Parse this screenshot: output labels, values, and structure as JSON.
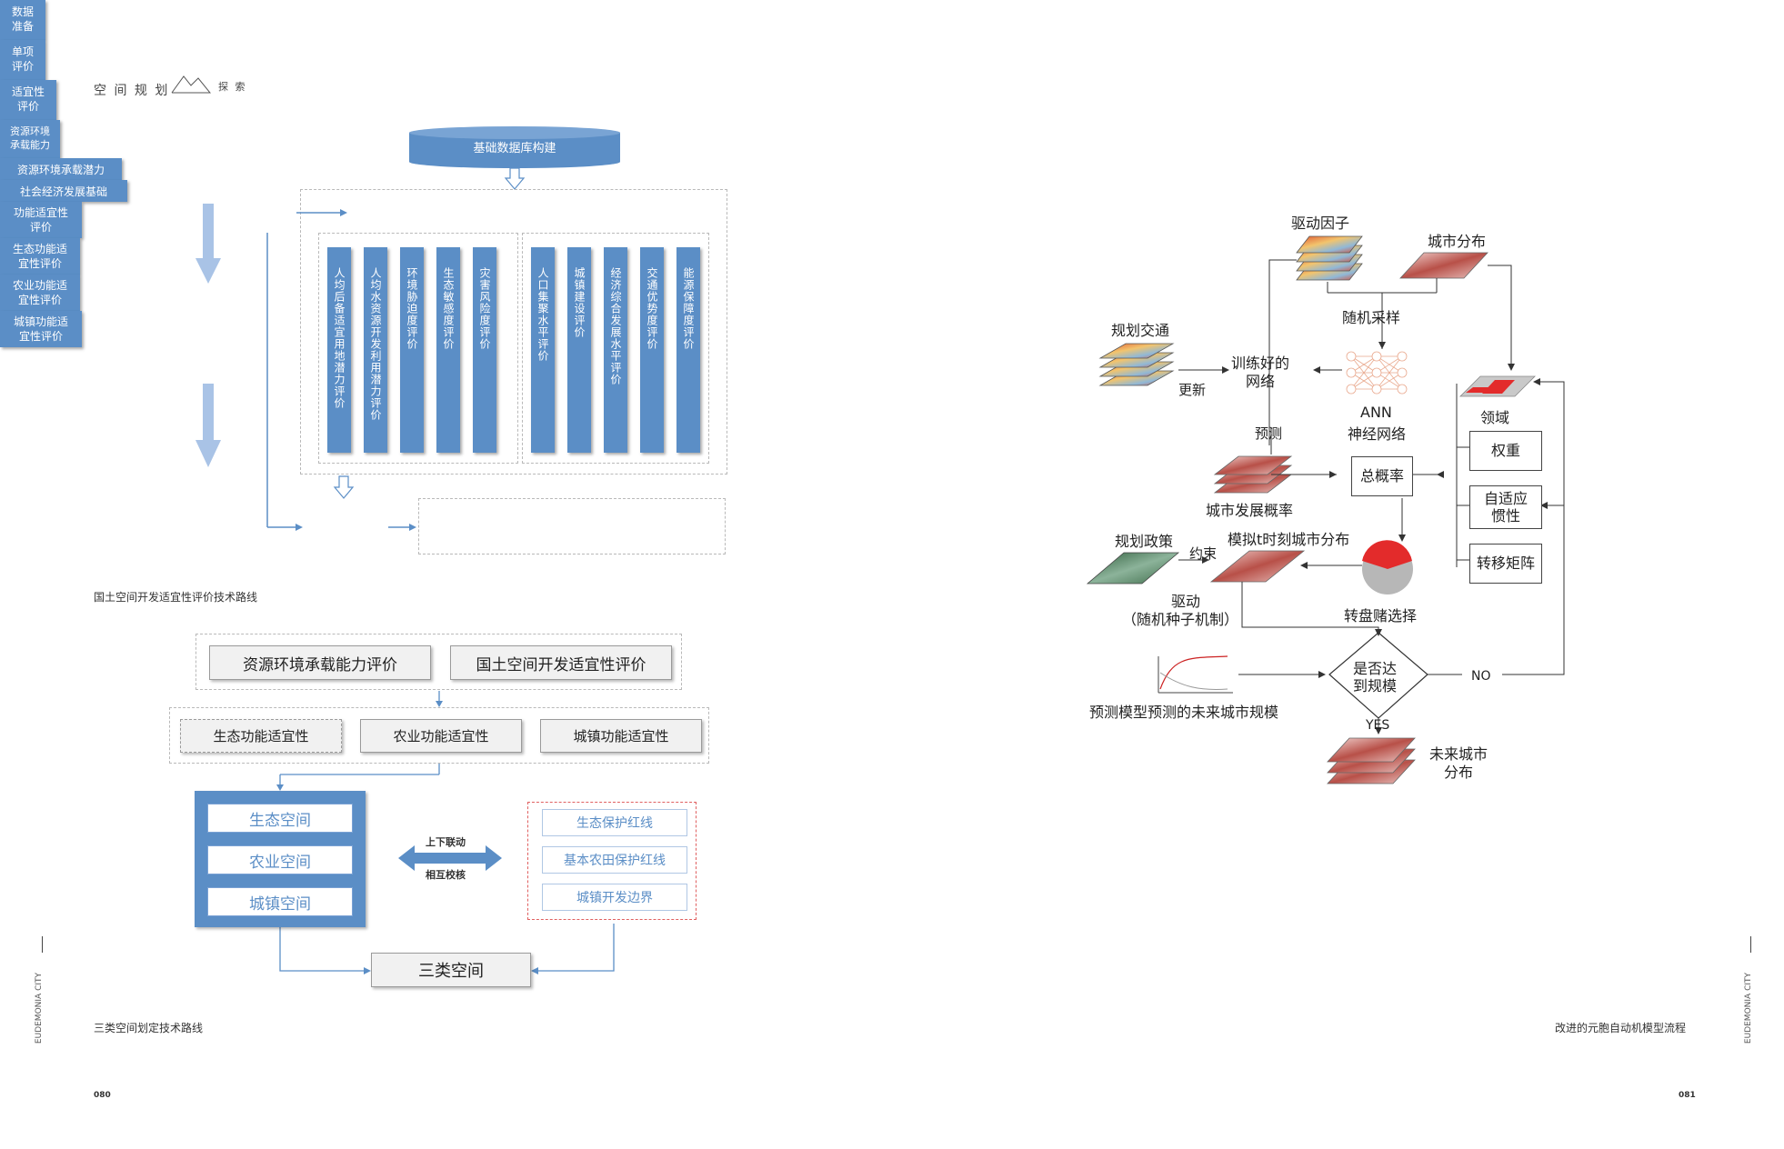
{
  "header": {
    "left_text": "空 间 规 划",
    "right_text": "探 索"
  },
  "fig1": {
    "stages": [
      "数据\n准备",
      "单项\n评价",
      "适宜性\n评价"
    ],
    "db": "基础数据库构建",
    "capacity": "资源环境\n承载能力",
    "resource_potential": "资源环境承载潜力",
    "socio_base": "社会经济发展基础",
    "cols_left": [
      "人均后备适宜用地潜力评价",
      "人均水资源开发利用潜力评价",
      "环境胁迫度评价",
      "生态敏感度评价",
      "灾害风险度评价"
    ],
    "cols_right": [
      "人口集聚水平评价",
      "城镇建设评价",
      "经济综合发展水平评价",
      "交通优势度评价",
      "能源保障度评价"
    ],
    "func_eval": "功能适宜性\n评价",
    "outputs": [
      "生态功能适\n宜性评价",
      "农业功能适\n宜性评价",
      "城镇功能适\n宜性评价"
    ],
    "caption": "国土空间开发适宜性评价技术路线"
  },
  "fig2": {
    "top": [
      "资源环境承载能力评价",
      "国土空间开发适宜性评价"
    ],
    "mid": [
      "生态功能适宜性",
      "农业功能适宜性",
      "城镇功能适宜性"
    ],
    "spaces": [
      "生态空间",
      "农业空间",
      "城镇空间"
    ],
    "link_top": "上下联动",
    "link_bottom": "相互校核",
    "redlines": [
      "生态保护红线",
      "基本农田保护红线",
      "城镇开发边界"
    ],
    "result": "三类空间",
    "caption": "三类空间划定技术路线"
  },
  "fig3": {
    "driving": "驱动因子",
    "city_dist": "城市分布",
    "random_sample": "随机采样",
    "transport": "规划交通",
    "update": "更新",
    "trained": "训练好的\n网络",
    "ann": "ANN",
    "ann_cn": "神经网络",
    "domain": "领域",
    "weight": "权重",
    "adaptive": "自适应\n惯性",
    "transfer": "转移矩阵",
    "predict": "预测",
    "total_prob": "总概率",
    "dev_prob": "城市发展概率",
    "policy": "规划政策",
    "constraint": "约束",
    "sim": "模拟t时刻城市分布",
    "drive": "驱动",
    "drive_sub": "（随机种子机制）",
    "roulette": "转盘赌选择",
    "decision": "是否达\n到规模",
    "no": "NO",
    "yes": "YES",
    "forecast": "预测模型预测的未来城市规模",
    "future": "未来城市\n分布",
    "caption": "改进的元胞自动机模型流程"
  },
  "side_text": "EUDEMONIA CITY",
  "page_left": "080",
  "page_right": "081",
  "colors": {
    "box_blue": "#5b8ec6",
    "arrow_blue": "#a9c3e6",
    "red": "#e23a3a"
  }
}
